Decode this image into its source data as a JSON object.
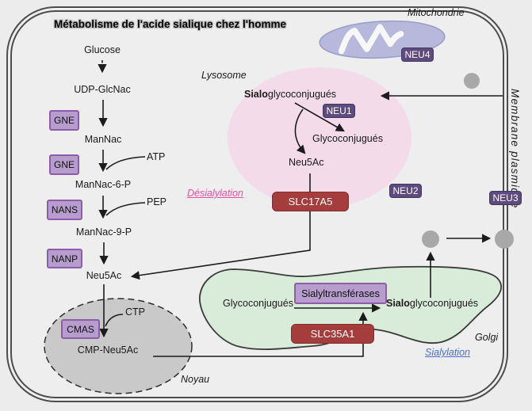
{
  "title": "Métabolisme de l'acide sialique chez l'homme",
  "organelles": {
    "mitochondrie": "Mitochondrie",
    "lysosome": "Lysosome",
    "membrane_plasmique": "Membrane plasmique",
    "noyau": "Noyau",
    "golgi": "Golgi"
  },
  "processes": {
    "desialylation": "Désialylation",
    "sialylation": "Sialylation"
  },
  "metabolites": {
    "glucose": "Glucose",
    "udp_glcnac": "UDP-GlcNac",
    "mannac": "ManNac",
    "mannac_6_p": "ManNac-6-P",
    "mannac_9_p": "ManNac-9-P",
    "neu5ac": "Neu5Ac",
    "cmp_neu5ac": "CMP-Neu5Ac",
    "atp": "ATP",
    "pep": "PEP",
    "ctp": "CTP"
  },
  "enzymes": {
    "gne_1": "GNE",
    "gne_2": "GNE",
    "nans": "NANS",
    "nanp": "NANP",
    "cmas": "CMAS",
    "sialyltransferases": "Sialyltransférases"
  },
  "sialidases": {
    "neu1": "NEU1",
    "neu2": "NEU2",
    "neu3": "NEU3",
    "neu4": "NEU4"
  },
  "transporters": {
    "slc17a5": "SLC17A5",
    "slc35a1": "SLC35A1"
  },
  "lysosome_items": {
    "sialo_bold": "Sialo",
    "sialo_rest": "glycoconjugués",
    "glycoconjugues": "Glycoconjugués",
    "neu5ac": "Neu5Ac"
  },
  "golgi_items": {
    "glycoconjugues": "Glycoconjugués",
    "sialo_bold": "Sialo",
    "sialo_rest": "glycoconjugués"
  },
  "colors": {
    "background": "#ececec",
    "membrane": "#4d4d4d",
    "lysosome_fill": "#f3dbe9",
    "mitochondrie_fill": "#b7b8db",
    "nucleus_fill": "#c9c9c9",
    "golgi_fill": "#d9ecd9",
    "enzyme_box_fill": "#b79dcd",
    "enzyme_box_border": "#8f5ca8",
    "neu_box_fill": "#5d4a7e",
    "slc_box_fill": "#a43d3b",
    "desialylation_text": "#ea4f9f",
    "sialylation_text": "#4a6fc9",
    "vesicle_gray": "#a8a8a8"
  }
}
